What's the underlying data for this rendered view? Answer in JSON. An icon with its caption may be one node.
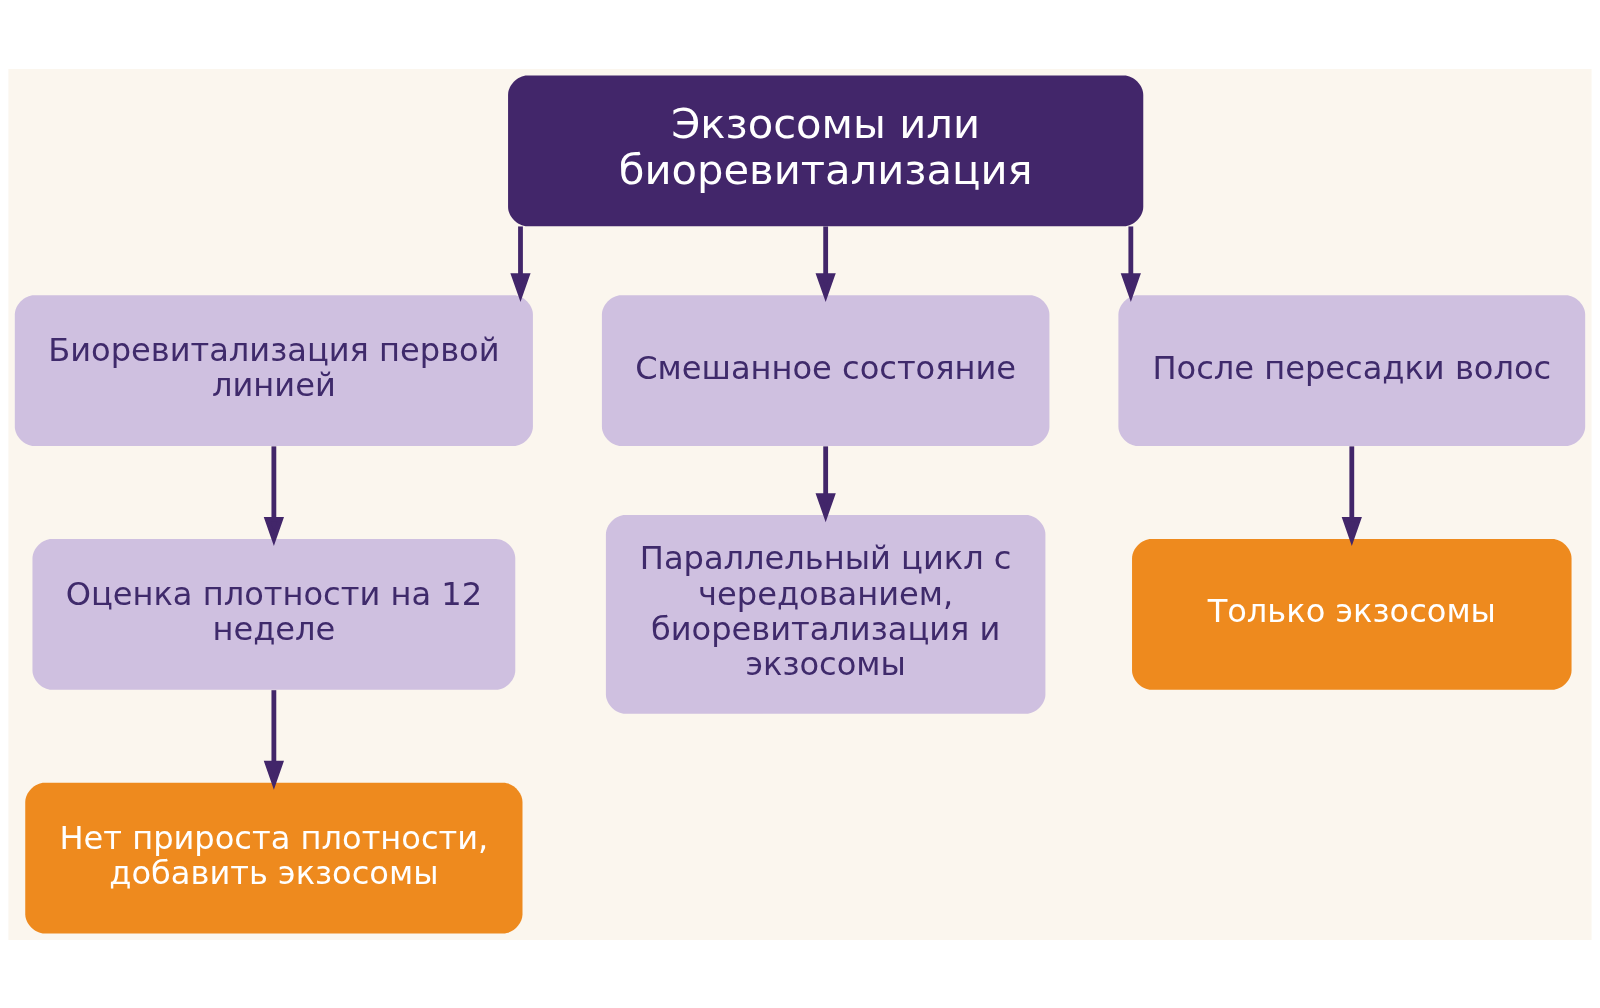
{
  "diagram": {
    "nodes": [
      {
        "text": [
          "Экзосомы или биоревитализация"
        ]
      },
      {
        "text": [
          "Биоревитализация первой линией"
        ]
      },
      {
        "text": [
          "Смешанное состояние"
        ]
      },
      {
        "text": [
          "После пересадки волос"
        ]
      },
      {
        "text": [
          "Оценка плотности на 12 неделе"
        ]
      },
      {
        "text": [
          "Параллельный цикл с чередованием, биоревитализация и экзосомы"
        ]
      },
      {
        "text": [
          "Нет прироста плотности, добавить экзосомы"
        ]
      },
      {
        "text": [
          "Только экзосомы"
        ]
      }
    ],
    "edges": [
      {
        "from": 0,
        "to": 1,
        "arrow": "to"
      },
      {
        "from": 0,
        "to": 2,
        "arrow": "to"
      },
      {
        "from": 0,
        "to": 3,
        "arrow": "to"
      },
      {
        "from": 1,
        "to": 4,
        "arrow": "to"
      },
      {
        "from": 4,
        "to": 6,
        "arrow": "to"
      },
      {
        "from": 2,
        "to": 5,
        "arrow": "to"
      },
      {
        "from": 3,
        "to": 7,
        "arrow": "to"
      }
    ]
  }
}
